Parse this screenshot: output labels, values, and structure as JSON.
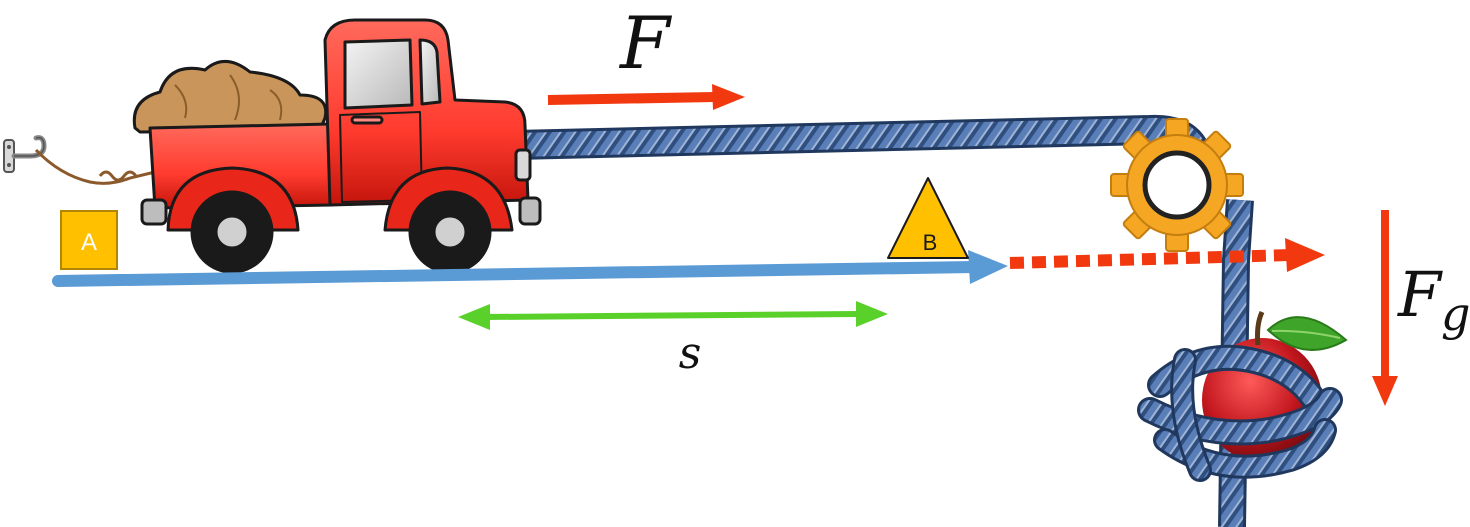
{
  "labels": {
    "force": "F",
    "gravity_force_main": "F",
    "gravity_force_sub": "g",
    "displacement": "s",
    "point_a": "A",
    "point_b": "B"
  },
  "colors": {
    "ground_arrow": "#5b9bd5",
    "force_arrow": "#f2380f",
    "displacement_arrow": "#5ad12a",
    "marker_fill": "#ffc000",
    "marker_stroke": "#b38600",
    "truck_body": "#ff3b2e",
    "truck_dark": "#c4150c",
    "rope": "#3a5f96",
    "pulley": "#f5a623",
    "dirt": "#c9955a",
    "apple": "#c0151c",
    "leaf": "#3fa52a"
  }
}
